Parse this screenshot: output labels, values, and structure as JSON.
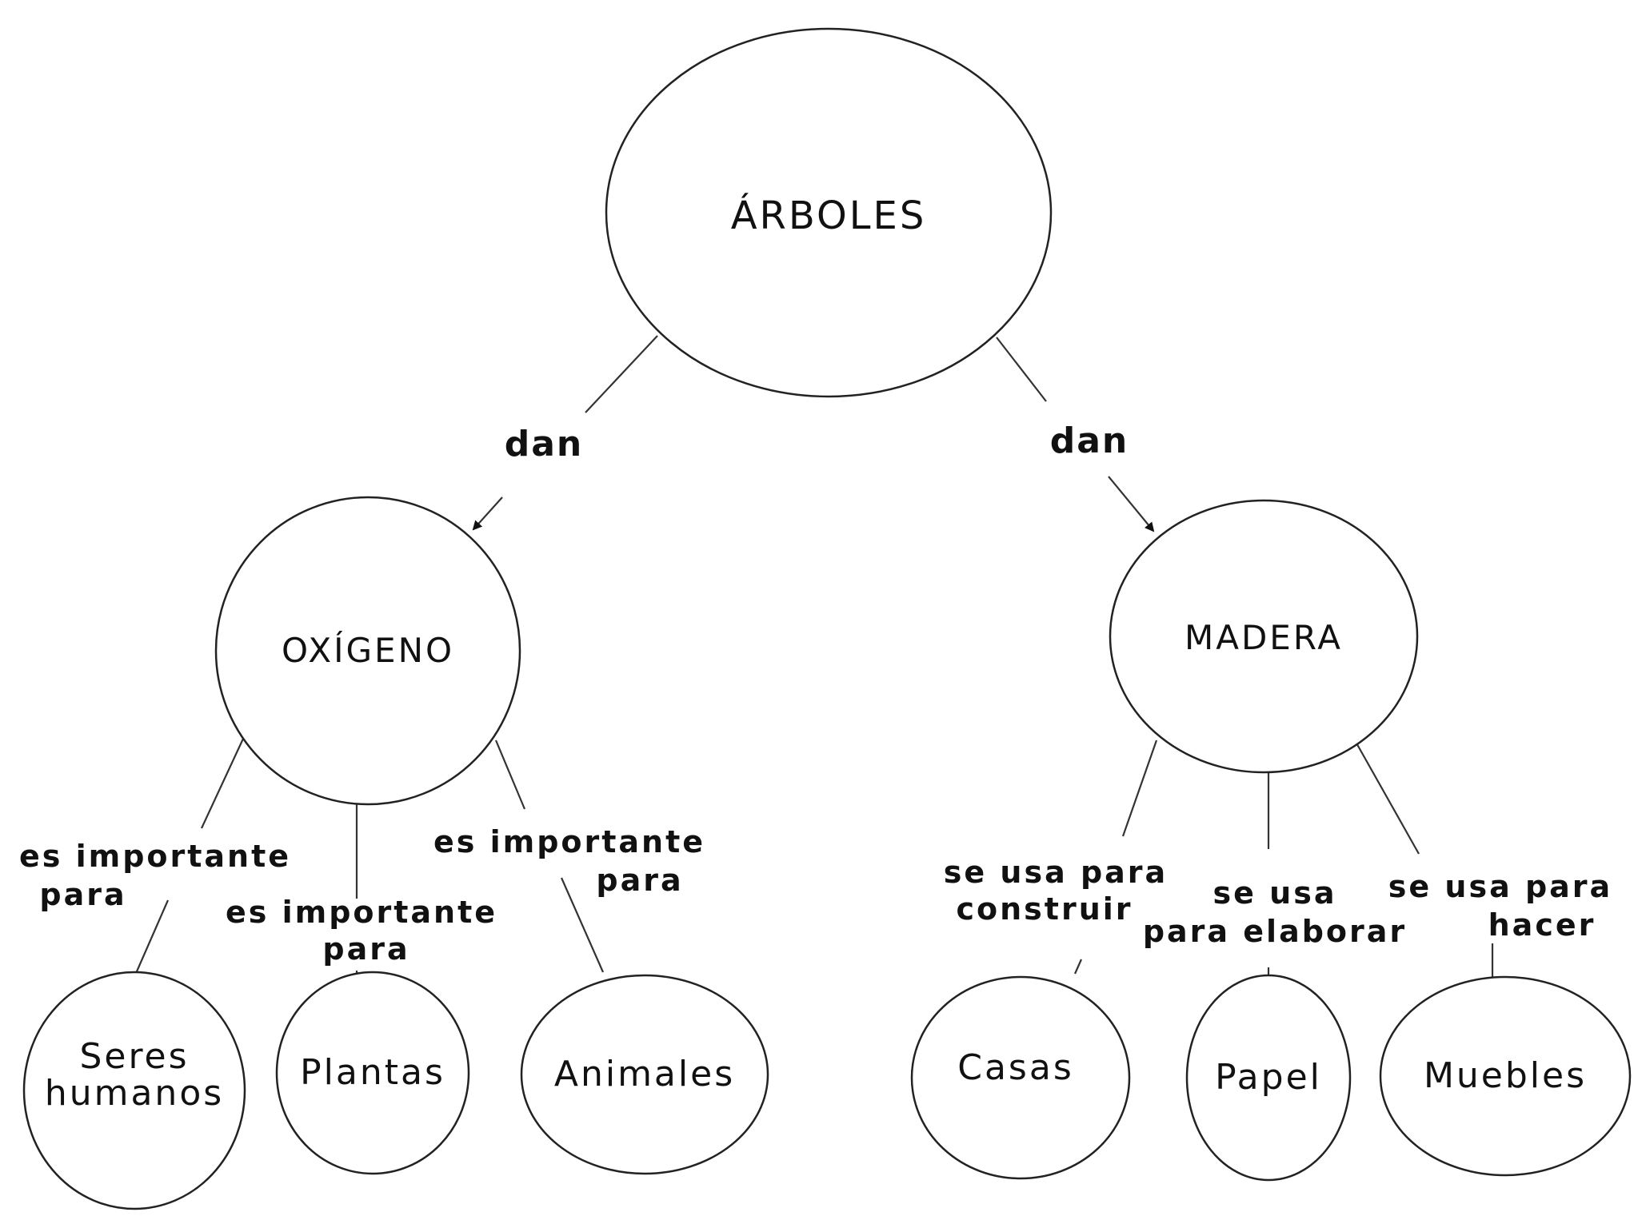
{
  "nodes": {
    "arboles": "ÁRBOLES",
    "oxigeno": "OXÍGENO",
    "madera": "MADERA",
    "seres_line1": "Seres",
    "seres_line2": "humanos",
    "plantas": "Plantas",
    "animales": "Animales",
    "casas": "Casas",
    "papel": "Papel",
    "muebles": "Muebles"
  },
  "links": {
    "dan_left": "dan",
    "dan_right": "dan",
    "imp_seres_1": "es importante",
    "imp_seres_2": "para",
    "imp_plantas_1": "es importante",
    "imp_plantas_2": "para",
    "imp_animales_1": "es importante",
    "imp_animales_2": "para",
    "usa_casas_1": "se usa para",
    "usa_casas_2": "construir",
    "usa_papel_1": "se usa",
    "usa_papel_2": "para elaborar",
    "usa_muebles_1": "se usa para",
    "usa_muebles_2": "hacer"
  }
}
